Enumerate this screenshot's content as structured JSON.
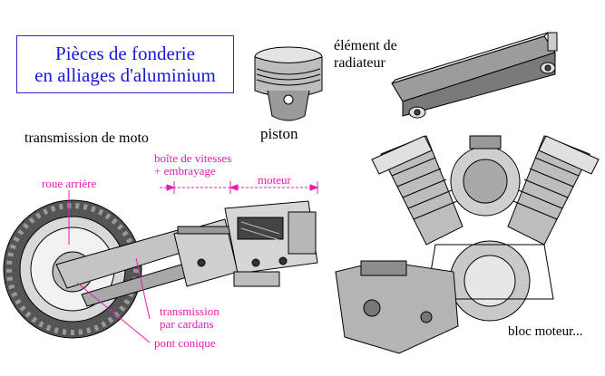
{
  "title": {
    "line1": "Pièces de fonderie",
    "line2": "en alliages d'aluminium"
  },
  "labels": {
    "piston": "piston",
    "radiator_line1": "élément de",
    "radiator_line2": "radiateur",
    "moto_transmission": "transmission de moto",
    "engine_block": "bloc moteur..."
  },
  "callouts": {
    "gearbox_line1": "boîte de vitesses",
    "gearbox_line2": "+ embrayage",
    "rear_wheel": "roue arrière",
    "motor": "moteur",
    "cardan_line1": "transmission",
    "cardan_line2": "par cardans",
    "bevel": "pont conique"
  },
  "colors": {
    "title": "#1818d8",
    "callout": "#e81ab0",
    "metal": "#c8c8c8",
    "dark": "#707070"
  }
}
